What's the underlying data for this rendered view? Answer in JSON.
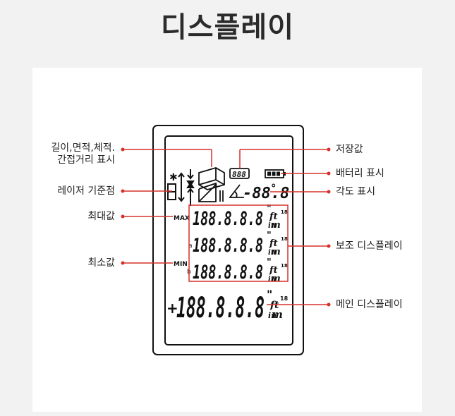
{
  "title": "디스플레이",
  "callouts": {
    "measure_mode_line1": "길이,면적,체적.",
    "measure_mode_line2": "간접거리 표시",
    "laser_reference": "레이저 기준점",
    "max_value": "최대값",
    "min_value": "최소값",
    "memory_value": "저장값",
    "battery": "배터리 표시",
    "angle": "각도 표시",
    "aux_display": "보조 디스플레이",
    "main_display": "메인 디스플레이"
  },
  "lcd": {
    "max_label": "MAX",
    "min_label": "MIN",
    "row_a_label": "a",
    "row_b_label": "b",
    "memory_digits": "888",
    "angle_digits": "-88.8",
    "angle_unit": "°",
    "aux_digits": "188.8.8.8",
    "main_digits": "188.8.8.8",
    "main_sign": "+",
    "unit_ft": "ft",
    "unit_in": "in",
    "unit_m": "m",
    "unit_18": "18",
    "prime": "\""
  },
  "colors": {
    "leader": "#d6302a",
    "outline": "#111111"
  }
}
